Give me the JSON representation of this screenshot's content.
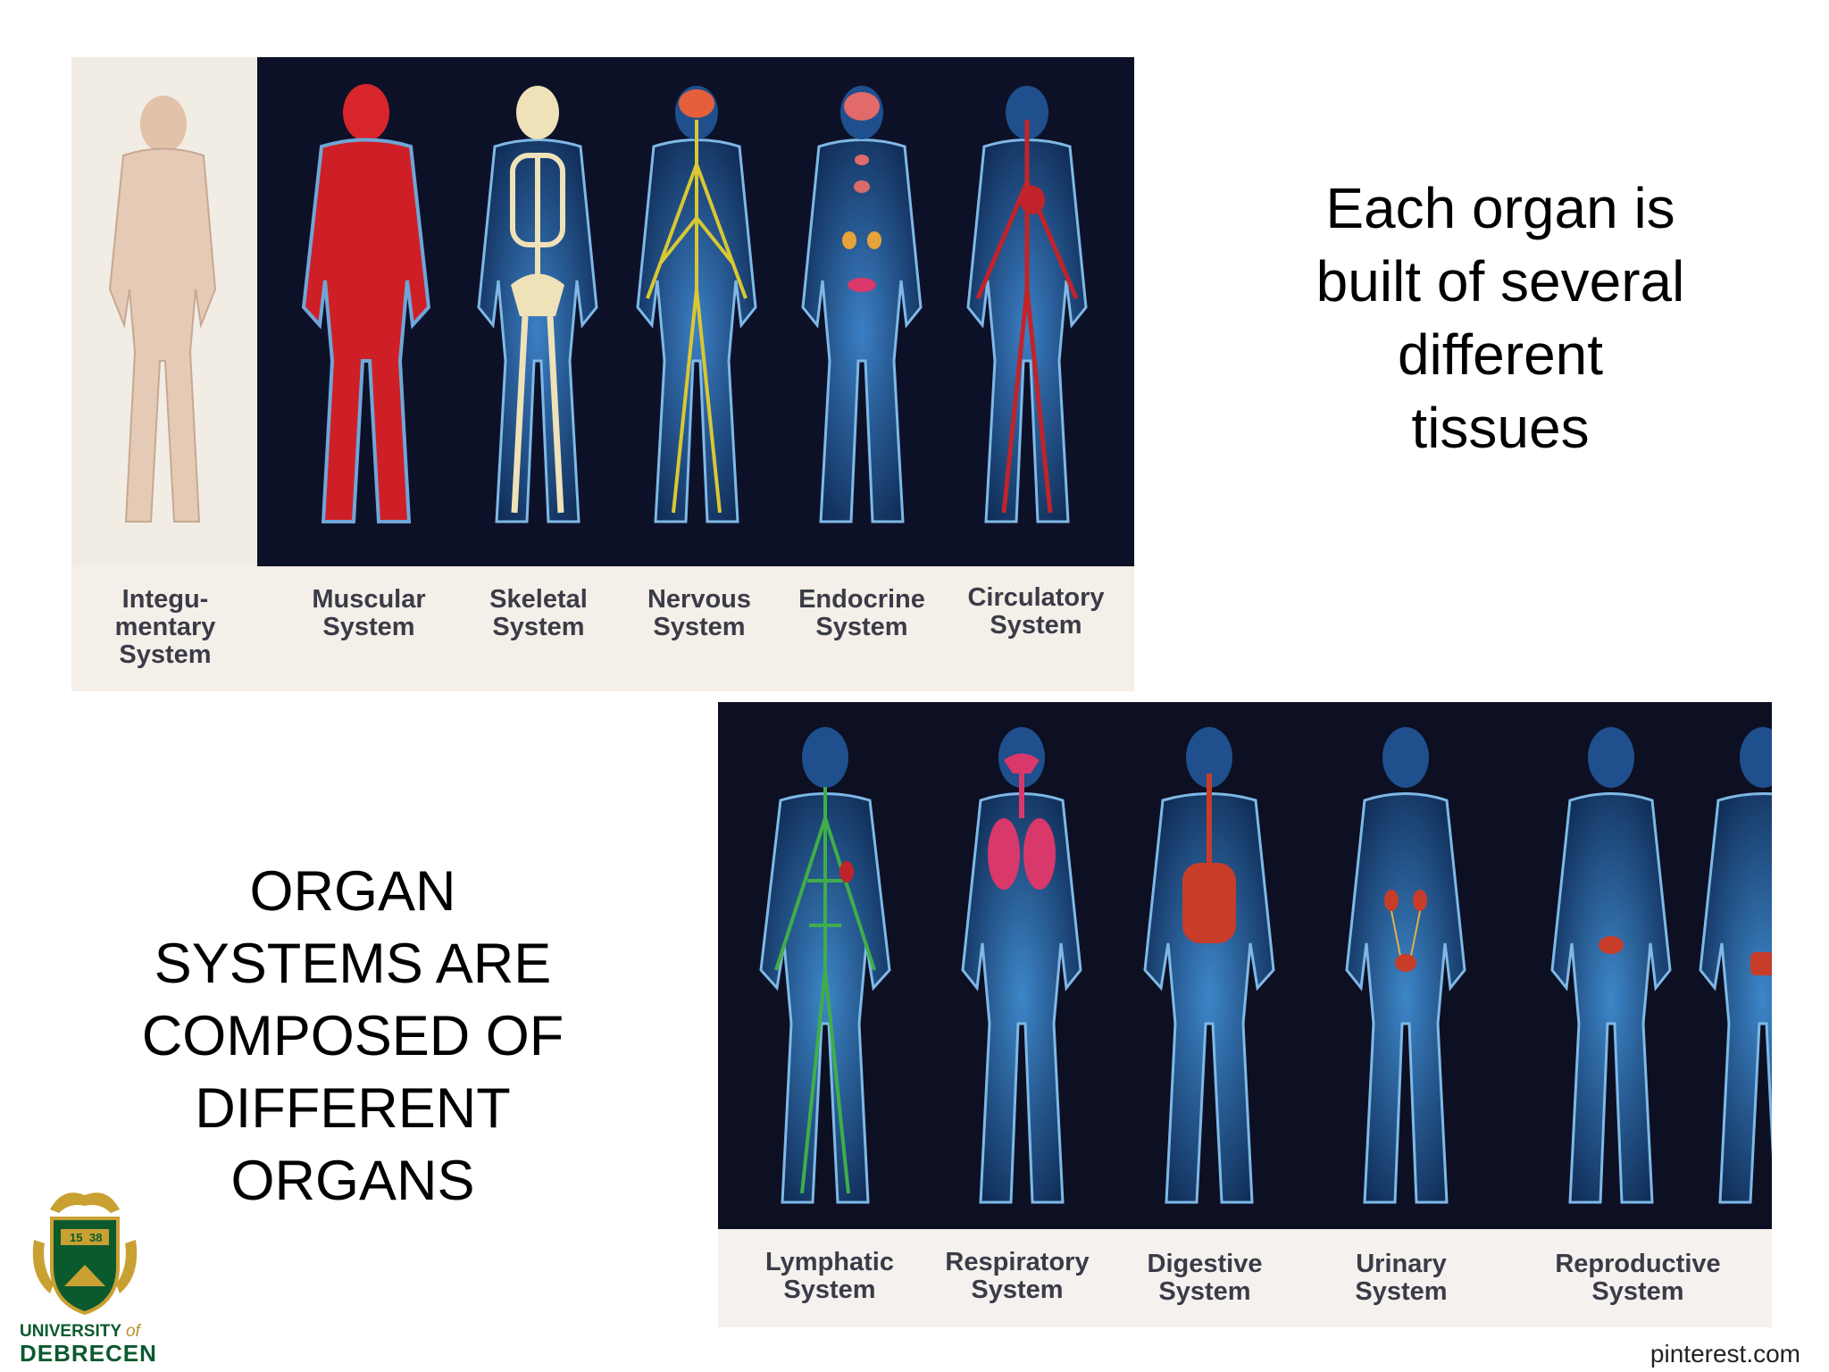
{
  "slide": {
    "heading_right": "Each organ is\nbuilt of several\ndifferent\ntissues",
    "heading_left": "ORGAN\nSYSTEMS ARE\nCOMPOSED OF\nDIFFERENT\nORGANS",
    "source": "pinterest.com"
  },
  "top_panel": {
    "systems": [
      {
        "label": "Integu-\nmentary\nSystem",
        "icon": "skin-figure",
        "color": "#e8cbb3"
      },
      {
        "label": "Muscular\nSystem",
        "icon": "muscle-figure",
        "color": "#d8202a"
      },
      {
        "label": "Skeletal\nSystem",
        "icon": "skeleton-figure",
        "color": "#e9dcb0"
      },
      {
        "label": "Nervous\nSystem",
        "icon": "nerve-figure",
        "color": "#d9c833"
      },
      {
        "label": "Endocrine\nSystem",
        "icon": "gland-figure",
        "color": "#2f6aa8"
      },
      {
        "label": "Circulatory\nSystem",
        "icon": "vessel-figure",
        "color": "#c0242a"
      }
    ]
  },
  "bottom_panel": {
    "systems": [
      {
        "label": "Lymphatic\nSystem",
        "icon": "lymph-figure",
        "color": "#3fae4a"
      },
      {
        "label": "Respiratory\nSystem",
        "icon": "lung-figure",
        "color": "#d9386a"
      },
      {
        "label": "Digestive\nSystem",
        "icon": "gut-figure",
        "color": "#c83c2a"
      },
      {
        "label": "Urinary\nSystem",
        "icon": "kidney-figure",
        "color": "#c83c2a"
      },
      {
        "label": "Reproductive\nSystem",
        "icon": "reproductive-figure",
        "color": "#c83c2a"
      }
    ]
  },
  "logo": {
    "wordmark_line1": "UNIVERSITY",
    "wordmark_of": "of",
    "wordmark_line2": "DEBRECEN",
    "year_left": "15",
    "year_right": "38",
    "colors": {
      "green": "#0b5a2e",
      "gold": "#c9a032"
    }
  }
}
